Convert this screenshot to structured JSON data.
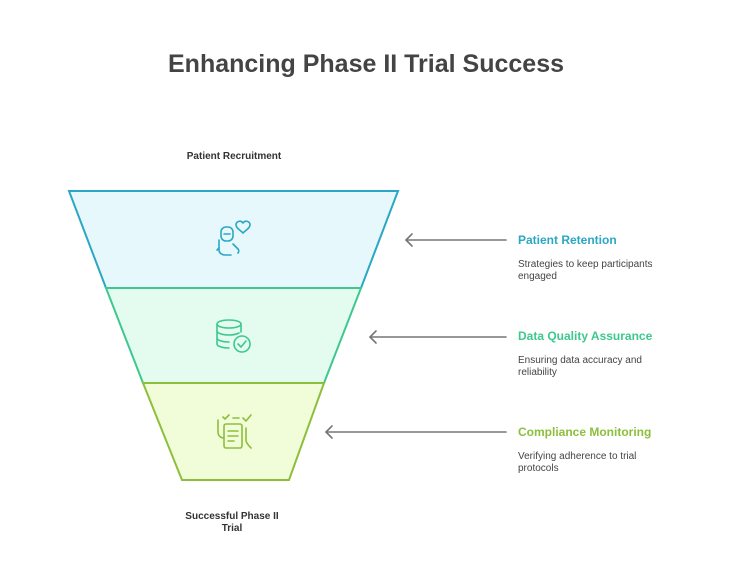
{
  "title": "Enhancing Phase II Trial Success",
  "top_label": "Patient Recruitment",
  "bottom_label": "Successful Phase II Trial",
  "stages": [
    {
      "title": "Patient Retention",
      "description": "Strategies to keep participants engaged",
      "icon": "hand-heart-icon",
      "fill": "#e6f8fc",
      "stroke": "#2aa7c4",
      "title_color": "#2aa7c4"
    },
    {
      "title": "Data Quality Assurance",
      "description": "Ensuring data accuracy and reliability",
      "icon": "database-check-icon",
      "fill": "#e4fbef",
      "stroke": "#3ec88e",
      "title_color": "#3ec88e"
    },
    {
      "title": "Compliance Monitoring",
      "description": "Verifying adherence to trial protocols",
      "icon": "checklist-hand-icon",
      "fill": "#f1fcd9",
      "stroke": "#8cbf3c",
      "title_color": "#8cbf3c"
    }
  ],
  "arrow_color": "#777777"
}
